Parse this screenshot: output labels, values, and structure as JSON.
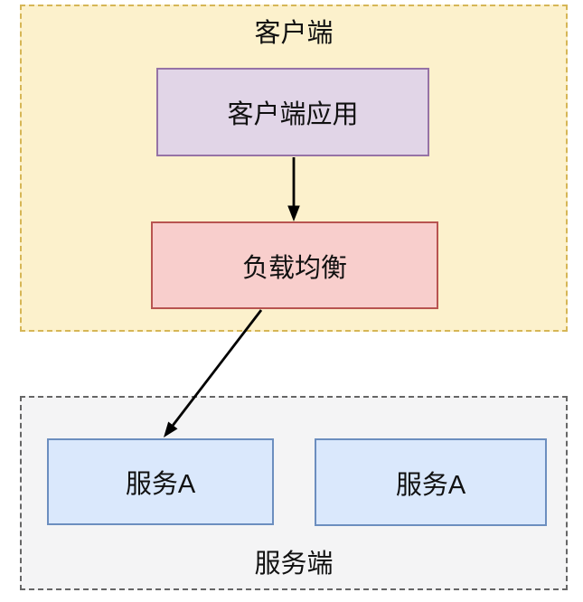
{
  "diagram": {
    "client_group": {
      "label": "客户端",
      "nodes": {
        "client_app": {
          "label": "客户端应用"
        },
        "load_balancer": {
          "label": "负载均衡"
        }
      }
    },
    "server_group": {
      "label": "服务端",
      "nodes": {
        "service_a1": {
          "label": "服务A"
        },
        "service_a2": {
          "label": "服务A"
        }
      }
    },
    "edges": [
      {
        "from": "client_app",
        "to": "load_balancer"
      },
      {
        "from": "load_balancer",
        "to": "service_a1"
      }
    ]
  },
  "colors": {
    "client-group-fill": "#fcf1cc",
    "client-group-border": "#d6b656",
    "client-app-fill": "#e1d5e7",
    "client-app-border": "#9673a6",
    "load-balancer-fill": "#f8cecc",
    "load-balancer-border": "#b85450",
    "server-group-fill": "#f4f4f5",
    "server-group-border": "#666666",
    "service-fill": "#dae8fc",
    "service-border": "#6c8ebf",
    "arrow": "#000000",
    "text": "#111111"
  }
}
